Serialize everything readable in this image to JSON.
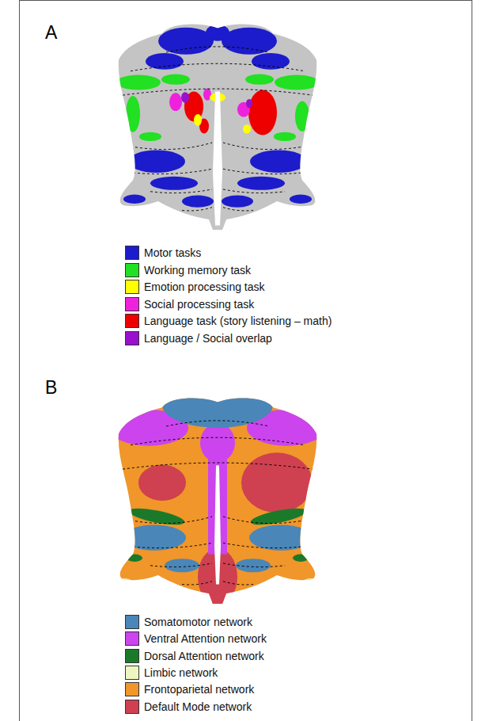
{
  "diagram": {
    "labels": [
      "A",
      "B"
    ],
    "legend": [
      {
        "text": "Motor tasks",
        "color": "#1c1ccc"
      },
      {
        "text": "Working memory task",
        "color": "#22e022"
      },
      {
        "text": "Emotion processing task",
        "color": "#ffff00"
      },
      {
        "text": "Social processing task",
        "color": "#ee22dd"
      },
      {
        "text": "Language task (story listening – math)",
        "color": "#ee0000"
      },
      {
        "text": "Language / Social overlap",
        "color": "#9911cc"
      },
      {
        "text": "Somatomotor network",
        "color": "#4a86b8"
      },
      {
        "text": "Ventral Attention network",
        "color": "#cc44ee"
      },
      {
        "text": "Dorsal Attention network",
        "color": "#1a7a2a"
      },
      {
        "text": "Limbic network",
        "color": "#eef5c0"
      },
      {
        "text": "Frontoparietal network",
        "color": "#f0962a"
      },
      {
        "text": "Default Mode network",
        "color": "#cf4050"
      }
    ]
  }
}
